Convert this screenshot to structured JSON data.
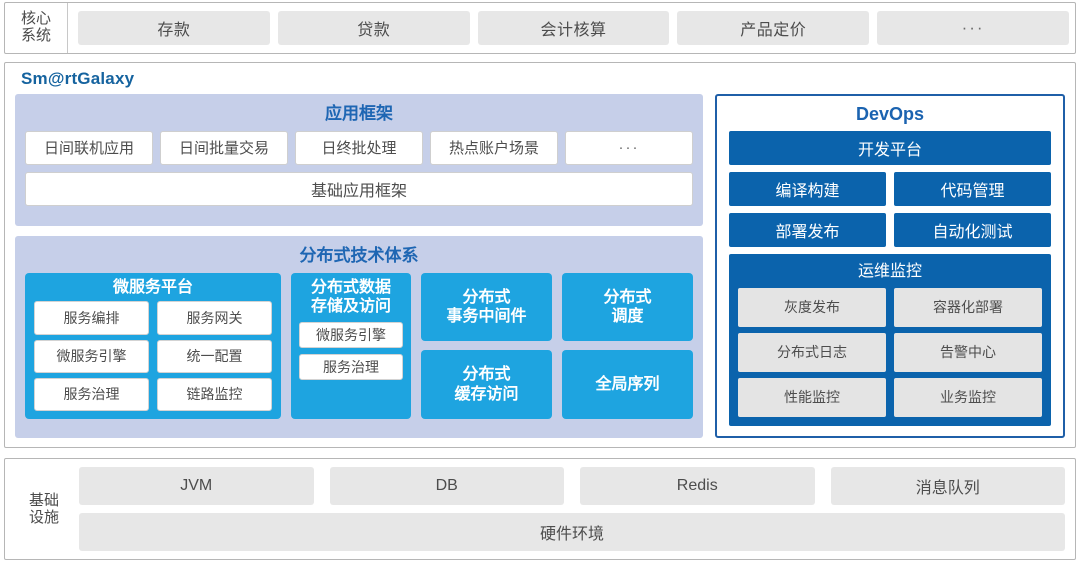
{
  "colors": {
    "accent_blue": "#1ea4e0",
    "deep_blue": "#0b63ac",
    "title_blue": "#1b63b0",
    "panel_lavender": "#c6cfe9",
    "chip_gray": "#e7e7e7",
    "border_gray": "#b6b6b6"
  },
  "core": {
    "label_line1": "核心",
    "label_line2": "系统",
    "items": [
      {
        "label": "存款"
      },
      {
        "label": "贷款"
      },
      {
        "label": "会计核算"
      },
      {
        "label": "产品定价"
      },
      {
        "label": "···"
      }
    ]
  },
  "galaxy": {
    "title": "Sm@rtGalaxy",
    "app_framework": {
      "title": "应用框架",
      "items": [
        {
          "label": "日间联机应用"
        },
        {
          "label": "日间批量交易"
        },
        {
          "label": "日终批处理"
        },
        {
          "label": "热点账户场景"
        },
        {
          "label": "···"
        }
      ],
      "base": "基础应用框架"
    },
    "distributed": {
      "title": "分布式技术体系",
      "microservice_platform": {
        "title": "微服务平台",
        "chips": [
          {
            "label": "服务编排"
          },
          {
            "label": "服务网关"
          },
          {
            "label": "微服务引擎"
          },
          {
            "label": "统一配置"
          },
          {
            "label": "服务治理"
          },
          {
            "label": "链路监控"
          }
        ]
      },
      "data_storage": {
        "title": "分布式数据\n存储及访问",
        "title_line1": "分布式数据",
        "title_line2": "存储及访问",
        "chips": [
          {
            "label": "微服务引擎"
          },
          {
            "label": "服务治理"
          }
        ]
      },
      "column3": [
        {
          "line1": "分布式",
          "line2": "事务中间件"
        },
        {
          "line1": "分布式",
          "line2": "缓存访问"
        }
      ],
      "column4": [
        {
          "line1": "分布式",
          "line2": "调度"
        },
        {
          "line1": "全局序列",
          "line2": ""
        }
      ]
    }
  },
  "devops": {
    "title": "DevOps",
    "platform": "开发平台",
    "rows": [
      [
        {
          "label": "编译构建"
        },
        {
          "label": "代码管理"
        }
      ],
      [
        {
          "label": "部署发布"
        },
        {
          "label": "自动化测试"
        }
      ]
    ],
    "ops": {
      "title": "运维监控",
      "chips": [
        {
          "label": "灰度发布"
        },
        {
          "label": "容器化部署"
        },
        {
          "label": "分布式日志"
        },
        {
          "label": "告警中心"
        },
        {
          "label": "性能监控"
        },
        {
          "label": "业务监控"
        }
      ]
    }
  },
  "infra": {
    "label_line1": "基础",
    "label_line2": "设施",
    "items": [
      {
        "label": "JVM"
      },
      {
        "label": "DB"
      },
      {
        "label": "Redis"
      },
      {
        "label": "消息队列"
      }
    ],
    "hardware": "硬件环境"
  }
}
